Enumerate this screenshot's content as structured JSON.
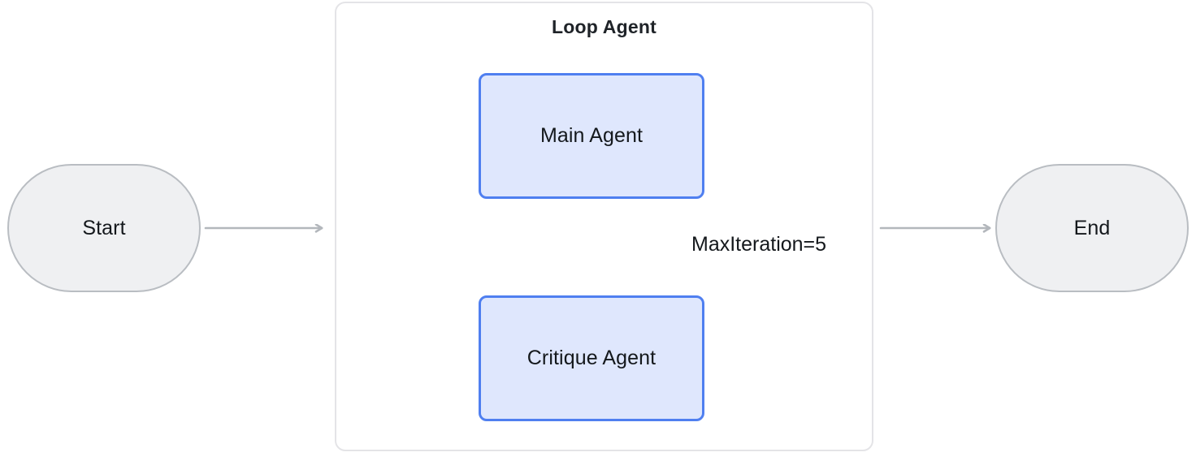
{
  "diagram": {
    "type": "flowchart",
    "title": "Loop Agent workflow",
    "container": {
      "label": "Loop Agent",
      "border_color": "#e4e4e7",
      "background": "#ffffff"
    },
    "nodes": [
      {
        "id": "start",
        "label": "Start",
        "shape": "stadium",
        "fill": "#eff0f2",
        "border_color": "#b9bdc2",
        "text_color": "#14181c"
      },
      {
        "id": "main-agent",
        "label": "Main Agent",
        "shape": "rounded-rect",
        "fill": "#dfe7fd",
        "border_color": "#4f7ff0",
        "text_color": "#14181c"
      },
      {
        "id": "critique-agent",
        "label": "Critique Agent",
        "shape": "rounded-rect",
        "fill": "#dfe7fd",
        "border_color": "#4f7ff0",
        "text_color": "#14181c"
      },
      {
        "id": "end",
        "label": "End",
        "shape": "stadium",
        "fill": "#eff0f2",
        "border_color": "#b9bdc2",
        "text_color": "#14181c"
      }
    ],
    "edges": [
      {
        "id": "start-to-loop",
        "from": "start",
        "to": "loop-agent-container",
        "label": "",
        "arrow": "right",
        "color": "#b3b7bc"
      },
      {
        "id": "main-to-critique",
        "from": "main-agent",
        "to": "critique-agent",
        "label": "",
        "arrow": "down",
        "color": "#b3b7bc"
      },
      {
        "id": "critique-to-main-loopback",
        "from": "critique-agent",
        "to": "main-agent",
        "label": "MaxIteration=5",
        "arrow": "left",
        "color": "#b3b7bc"
      },
      {
        "id": "loop-to-end",
        "from": "loop-agent-container",
        "to": "end",
        "label": "",
        "arrow": "right",
        "color": "#b3b7bc"
      }
    ]
  }
}
